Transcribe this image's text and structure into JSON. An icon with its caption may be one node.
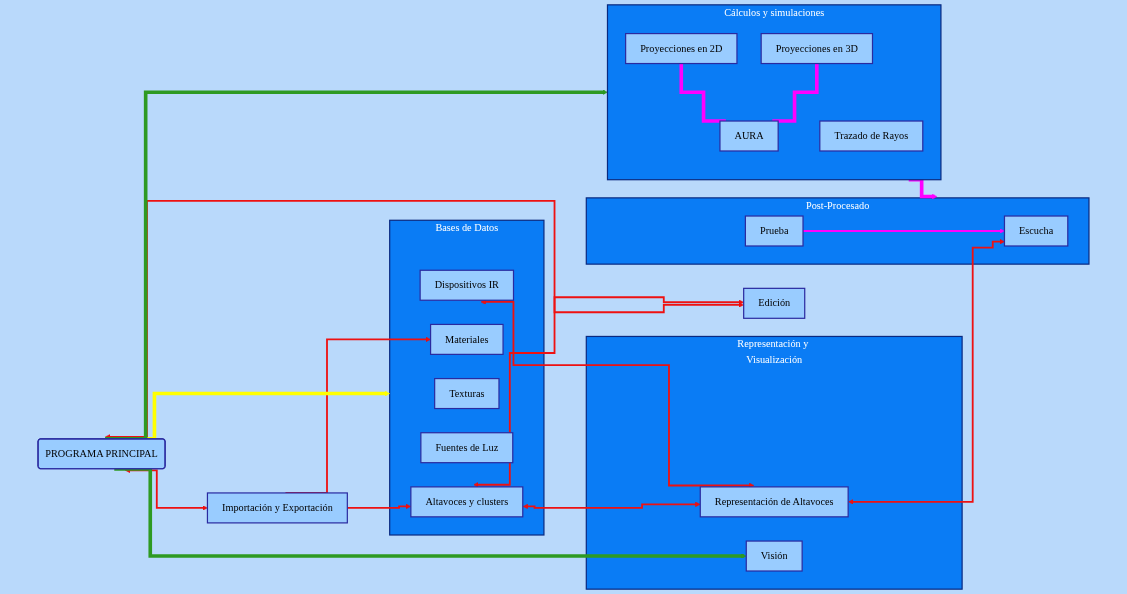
{
  "diagram": {
    "nodes": [
      {
        "text": [
          "PROGRAMA PRINCIPAL"
        ]
      },
      {
        "text": [
          "Bases de Datos"
        ]
      },
      {
        "text": [
          "Altavoces y clusters"
        ],
        "in": 1
      },
      {
        "text": [
          "Materiales"
        ],
        "in": 1
      },
      {
        "text": [
          "Texturas"
        ],
        "in": 1
      },
      {
        "text": [
          "Fuentes de Luz"
        ],
        "in": 1
      },
      {
        "text": [
          "Dispositivos IR"
        ],
        "in": 1
      },
      {
        "text": [
          "Edición"
        ]
      },
      {
        "text": [
          "Importación y Exportación"
        ]
      },
      {
        "text": [
          "Cálculos y simulaciones"
        ]
      },
      {
        "text": [
          "Proyecciones en 2D"
        ],
        "in": 9
      },
      {
        "text": [
          "Proyecciones en 3D"
        ],
        "in": 9
      },
      {
        "text": [
          "Trazado de Rayos"
        ],
        "in": 9
      },
      {
        "text": [
          "AURA"
        ],
        "in": 9
      },
      {
        "text": [
          "Representación y Visualización"
        ]
      },
      {
        "text": [
          "Representación de Altavoces"
        ],
        "in": 14
      },
      {
        "text": [
          "Visión"
        ],
        "in": 14
      },
      {
        "text": [
          "Post-Procesado"
        ]
      },
      {
        "text": [
          "Escucha"
        ],
        "in": 17
      },
      {
        "text": [
          "Prueba"
        ],
        "in": 17
      }
    ],
    "edges": [
      {
        "from": 0,
        "to": 1,
        "arrow": "to",
        "style": "thick",
        "color": "#ffff00"
      },
      {
        "from": 0,
        "to": 8,
        "arrow": "both"
      },
      {
        "from": 0,
        "to": 7,
        "arrow": "both"
      },
      {
        "from": 2,
        "to": 7,
        "arrow": "both"
      },
      {
        "from": 8,
        "to": 2,
        "arrow": "to"
      },
      {
        "from": 8,
        "to": 3,
        "arrow": "to"
      },
      {
        "from": 2,
        "to": 15,
        "arrow": "both"
      },
      {
        "from": 6,
        "to": 15,
        "arrow": "both"
      },
      {
        "from": 0,
        "to": 9,
        "arrow": "to",
        "style": "thick",
        "color": "#2e9a22"
      },
      {
        "from": 0,
        "to": 16,
        "arrow": "to",
        "style": "thick",
        "color": "#2e9a22"
      },
      {
        "from": 10,
        "to": 13,
        "arrow": "none",
        "style": "thick",
        "color": "#ff00ff"
      },
      {
        "from": 11,
        "to": 13,
        "arrow": "none",
        "style": "thick",
        "color": "#ff00ff"
      },
      {
        "from": 9,
        "to": 17,
        "arrow": "to",
        "style": "thick",
        "color": "#ff00ff"
      },
      {
        "from": 15,
        "to": 18,
        "arrow": "both"
      },
      {
        "from": 19,
        "to": 18,
        "arrow": "to",
        "color": "#ff00ff"
      }
    ]
  }
}
